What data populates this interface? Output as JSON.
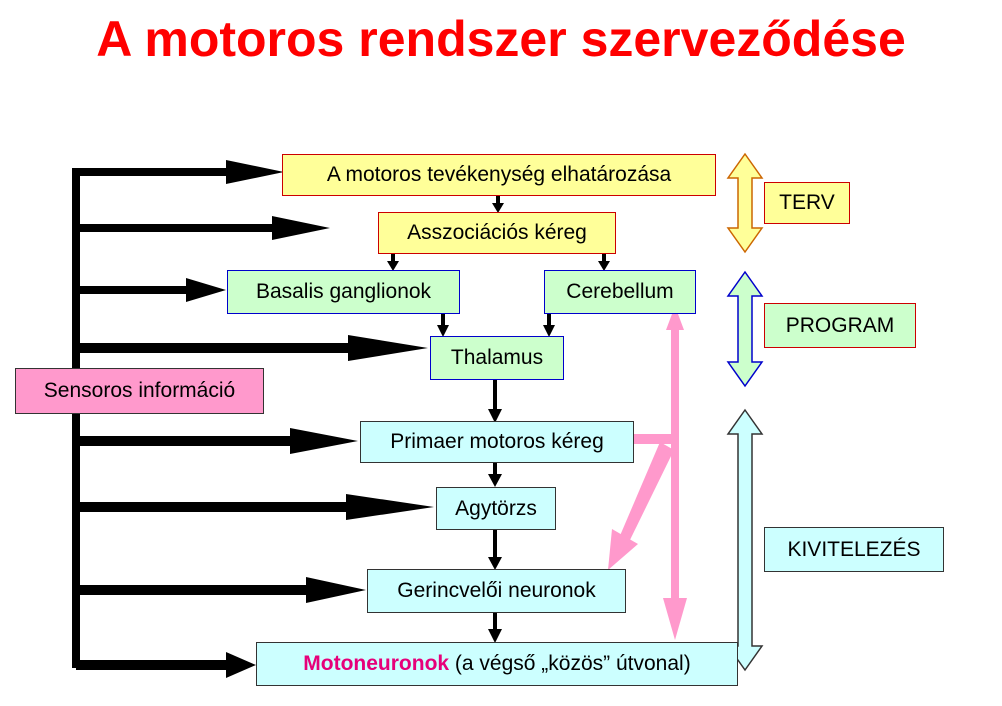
{
  "title": "A motoros rendszer szerveződése",
  "boxes": {
    "decision": "A motoros tevékenység elhatározása",
    "association": "Asszociációs kéreg",
    "basal": "Basalis ganglionok",
    "cerebellum": "Cerebellum",
    "thalamus": "Thalamus",
    "primary_motor": "Primaer motoros kéreg",
    "brainstem": "Agytörzs",
    "spinal": "Gerincvelői neuronok",
    "motoneuron_highlight": "Motoneuronok",
    "motoneuron_rest": " (a végső „közös” útvonal)",
    "sensory": "Sensoros információ"
  },
  "stages": {
    "plan": "TERV",
    "program": "PROGRAM",
    "execution": "KIVITELEZÉS"
  },
  "colors": {
    "title": "#ff0000",
    "plan_fill": "#ffff99",
    "program_fill": "#ccffcc",
    "execution_fill": "#ccffff",
    "sensory_fill": "#ff99cc",
    "feedback_arrow": "#ff99cc",
    "motoneuron_text": "#e6007a"
  }
}
